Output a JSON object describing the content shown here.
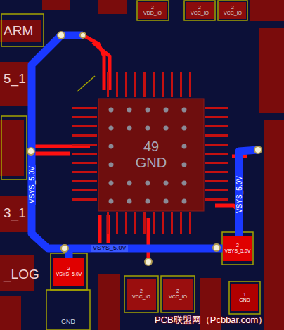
{
  "diagram": {
    "nodes": [
      {
        "text": [
          "49",
          "GND"
        ]
      },
      {
        "text": [
          "2",
          "VDD_IO"
        ]
      },
      {
        "text": [
          "2",
          "VCC_IO"
        ]
      },
      {
        "text": [
          "2",
          "VCC_IO"
        ]
      },
      {
        "text": [
          "2",
          "VSYS_5.0V"
        ]
      },
      {
        "text": [
          "2",
          "VSYS_5.0V"
        ]
      },
      {
        "text": [
          "2",
          "VCC_IO"
        ]
      },
      {
        "text": [
          "2",
          "VCC_IO"
        ]
      },
      {
        "text": [
          "1",
          "GND"
        ]
      }
    ],
    "edges": [
      {
        "from": 5,
        "to": 4,
        "arrow": "none",
        "label": "VSYS_5.0V"
      }
    ],
    "labels": [
      "ARM",
      "5_1",
      "3_1",
      "_LOG",
      "VSYS_5.0V",
      "VSYS_5.0V",
      "GND",
      "PCB联盟网（Pcbbar.com）"
    ]
  }
}
